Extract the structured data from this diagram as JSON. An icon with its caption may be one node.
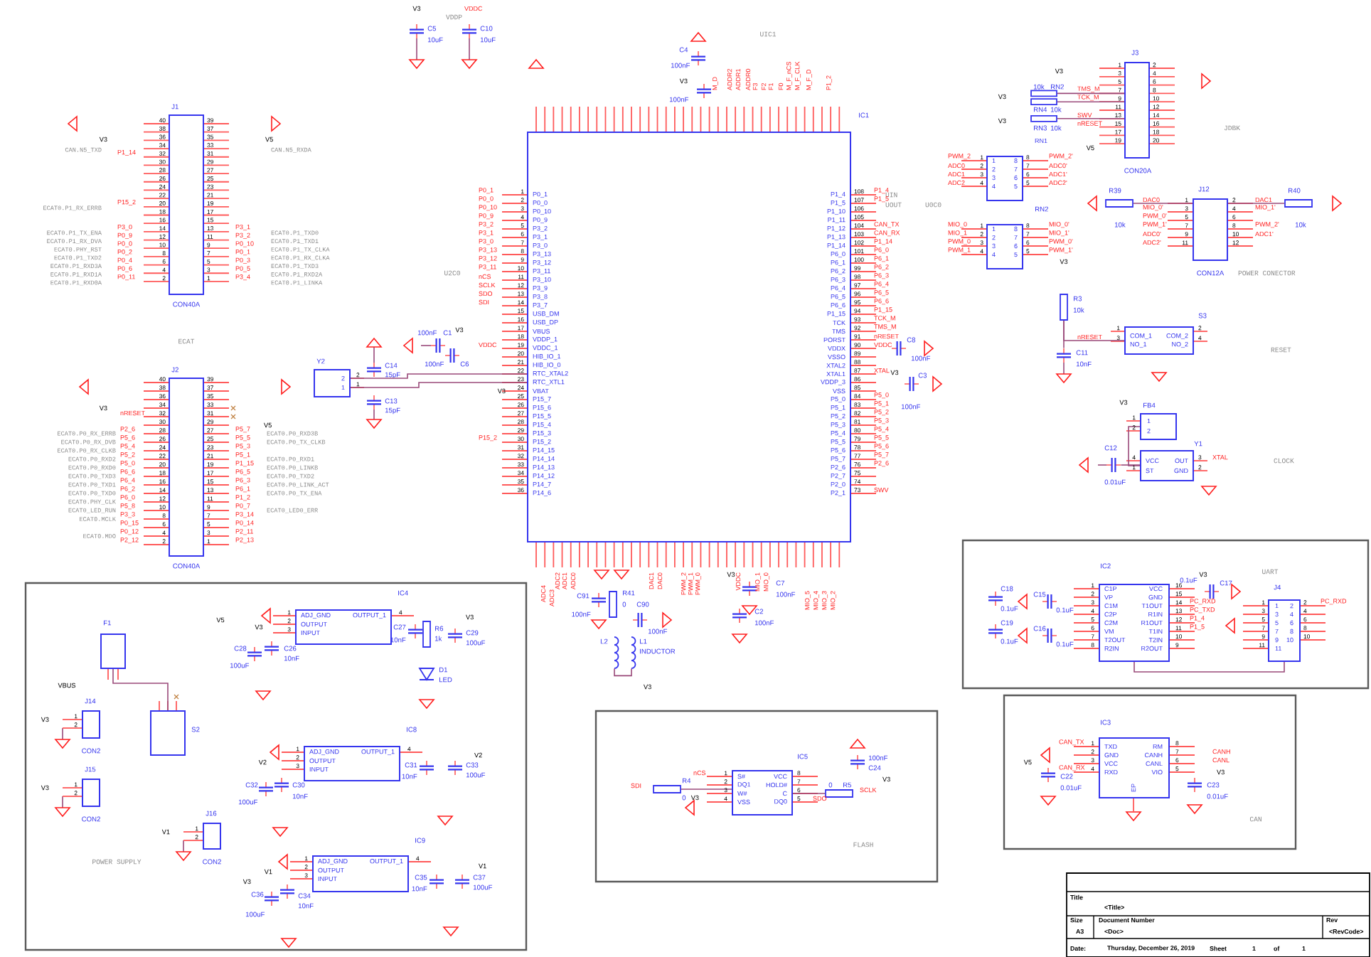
{
  "diagram": {
    "nodes": [
      {
        "text": [
          "POWER SUPPLY"
        ]
      },
      {
        "text": [
          "FLASH"
        ]
      },
      {
        "text": [
          "UART"
        ]
      },
      {
        "text": [
          "CAN"
        ]
      },
      {
        "text": [
          "J1",
          "CON40A"
        ]
      },
      {
        "text": [
          "J2",
          "CON40A"
        ]
      },
      {
        "text": [
          "IC1"
        ]
      },
      {
        "text": [
          "Y2"
        ]
      },
      {
        "text": [
          "C14",
          "15pF"
        ]
      },
      {
        "text": [
          "C13",
          "15pF"
        ]
      },
      {
        "text": [
          "100nF",
          "C1"
        ]
      },
      {
        "text": [
          "100nF",
          "C6"
        ]
      },
      {
        "text": [
          "C5",
          "10uF"
        ]
      },
      {
        "text": [
          "C10",
          "10uF"
        ]
      },
      {
        "text": [
          "C4",
          "100nF"
        ]
      },
      {
        "text": [
          "100nF"
        ]
      },
      {
        "text": [
          "C8",
          "100nF"
        ]
      },
      {
        "text": [
          "C3",
          "100nF"
        ]
      },
      {
        "text": [
          "J3",
          "CON20A"
        ]
      },
      {
        "text": [
          "10k",
          "RN2"
        ]
      },
      {
        "text": [
          "RN4",
          "10k"
        ]
      },
      {
        "text": [
          "RN3",
          "10k"
        ]
      },
      {
        "text": [
          "RN2"
        ]
      },
      {
        "text": [],
        "shape": "box"
      },
      {
        "text": [
          "R39",
          "10k"
        ]
      },
      {
        "text": [
          "J12",
          "CON12A"
        ]
      },
      {
        "text": [
          "R40",
          "10k"
        ]
      },
      {
        "text": [
          "R3",
          "10k"
        ]
      },
      {
        "text": [
          "C11",
          "10nF"
        ]
      },
      {
        "text": [
          "S3"
        ]
      },
      {
        "text": [
          "FB4"
        ]
      },
      {
        "text": [
          "C12",
          "0.01uF"
        ]
      },
      {
        "text": [
          "Y1"
        ]
      },
      {
        "text": [
          "IC2"
        ],
        "in": 2
      },
      {
        "text": [
          "C18",
          "0.1uF"
        ],
        "in": 2
      },
      {
        "text": [
          "C15",
          "0.1uF"
        ],
        "in": 2
      },
      {
        "text": [
          "C19",
          "0.1uF"
        ],
        "in": 2
      },
      {
        "text": [
          "C16",
          "0.1uF"
        ],
        "in": 2
      },
      {
        "text": [
          "0.1uF",
          "C17"
        ],
        "in": 2
      },
      {
        "text": [
          "J4"
        ],
        "in": 2
      },
      {
        "text": [
          "IC3"
        ],
        "in": 3
      },
      {
        "text": [
          "C22",
          "0.01uF"
        ],
        "in": 3
      },
      {
        "text": [
          "C23",
          "0.01uF"
        ],
        "in": 3
      },
      {
        "text": [
          "IC5"
        ],
        "in": 1
      },
      {
        "text": [
          "R4",
          "0"
        ],
        "in": 1
      },
      {
        "text": [
          "0",
          "R5"
        ],
        "in": 1
      },
      {
        "text": [
          "100nF",
          "C24"
        ],
        "in": 1
      },
      {
        "text": [
          "F1"
        ],
        "in": 0
      },
      {
        "text": [
          "S2"
        ],
        "in": 0
      },
      {
        "text": [
          "J14",
          "CON2"
        ],
        "in": 0
      },
      {
        "text": [
          "J15",
          "CON2"
        ],
        "in": 0
      },
      {
        "text": [
          "J16",
          "CON2"
        ],
        "in": 0
      },
      {
        "text": [
          "IC4"
        ],
        "in": 0
      },
      {
        "text": [
          "IC8"
        ],
        "in": 0
      },
      {
        "text": [
          "IC9"
        ],
        "in": 0
      },
      {
        "text": [
          "C28",
          "100uF"
        ],
        "in": 0
      },
      {
        "text": [
          "C26",
          "10nF"
        ],
        "in": 0
      },
      {
        "text": [
          "C27",
          "10nF"
        ],
        "in": 0
      },
      {
        "text": [
          "R6",
          "1k"
        ],
        "in": 0
      },
      {
        "text": [
          "C29",
          "100uF"
        ],
        "in": 0
      },
      {
        "text": [
          "D1",
          "LED"
        ],
        "in": 0
      },
      {
        "text": [
          "C32",
          "100uF"
        ],
        "in": 0
      },
      {
        "text": [
          "C30",
          "10nF"
        ],
        "in": 0
      },
      {
        "text": [
          "C31",
          "10nF"
        ],
        "in": 0
      },
      {
        "text": [
          "C33",
          "100uF"
        ],
        "in": 0
      },
      {
        "text": [
          "C36",
          "100uF"
        ],
        "in": 0
      },
      {
        "text": [
          "C34",
          "10nF"
        ],
        "in": 0
      },
      {
        "text": [
          "C35",
          "10nF"
        ],
        "in": 0
      },
      {
        "text": [
          "C37",
          "100uF"
        ],
        "in": 0
      },
      {
        "text": [
          "C91",
          "100nF"
        ]
      },
      {
        "text": [
          "R41",
          "0"
        ]
      },
      {
        "text": [
          "C90",
          "100nF"
        ]
      },
      {
        "text": [
          "L2"
        ]
      },
      {
        "text": [
          "L1",
          "INDUCTOR"
        ]
      },
      {
        "text": [
          "C7",
          "100nF"
        ]
      },
      {
        "text": [
          "C2",
          "100nF"
        ]
      }
    ],
    "edges": [
      {
        "from": 7,
        "to": 6,
        "arrow": "none"
      },
      {
        "from": 7,
        "to": 6,
        "arrow": "none"
      },
      {
        "from": 24,
        "to": 25,
        "arrow": "none"
      },
      {
        "from": 25,
        "to": 26,
        "arrow": "none"
      },
      {
        "from": 27,
        "to": 28,
        "arrow": "none"
      },
      {
        "from": 27,
        "to": 29,
        "arrow": "none"
      },
      {
        "from": 30,
        "to": 32,
        "arrow": "none"
      },
      {
        "from": 31,
        "to": 32,
        "arrow": "none"
      },
      {
        "from": 47,
        "to": 48,
        "arrow": "none"
      },
      {
        "from": 72,
        "to": 73,
        "arrow": "none"
      },
      {
        "from": 44,
        "to": 43,
        "arrow": "none"
      },
      {
        "from": 43,
        "to": 45,
        "arrow": "none"
      },
      {
        "from": 33,
        "to": 39,
        "arrow": "none"
      },
      {
        "from": 19,
        "to": 18,
        "arrow": "none"
      },
      {
        "from": 20,
        "to": 18,
        "arrow": "none"
      },
      {
        "from": 21,
        "to": 18,
        "arrow": "none"
      }
    ],
    "labels": [
      "VDDP",
      "UIC1",
      "ECAT",
      "U2C0",
      "UIN",
      "UOUT",
      "U0C0",
      "JDBK",
      "POWER CONECTOR",
      "RESET",
      "CLOCK",
      "40",
      "38",
      "36",
      "34",
      "32",
      "30",
      "28",
      "26",
      "24",
      "22",
      "20",
      "18",
      "16",
      "14",
      "12",
      "10",
      "8",
      "6",
      "4",
      "2",
      "39",
      "37",
      "35",
      "33",
      "31",
      "29",
      "27",
      "25",
      "23",
      "21",
      "19",
      "17",
      "15",
      "13",
      "11",
      "9",
      "7",
      "5",
      "3",
      "1",
      "P1_14",
      "P15_2",
      "P3_0",
      "P0_9",
      "P0_0",
      "P0_2",
      "P0_4",
      "P0_6",
      "P0_11",
      "P3_1",
      "P3_2",
      "P0_10",
      "P0_1",
      "P0_3",
      "P0_5",
      "P3_4",
      "CAN.N5_TXD",
      "ECAT0.P1_RX_ERRB",
      "ECAT0.P1_TX_ENA",
      "ECAT0.P1_RX_DVA",
      "ECAT0.PHY_RST",
      "ECAT0.P1_TXD2",
      "ECAT0.P1_RXD3A",
      "ECAT0.P1_RXD1A",
      "ECAT0.P1_RXD0A",
      "CAN.N5_RXDA",
      "ECAT0.P1_TXD0",
      "ECAT0.P1_TXD1",
      "ECAT0.P1_TX_CLKA",
      "ECAT0.P1_RX_CLKA",
      "ECAT0.P1_TXD3",
      "ECAT0.P1_RXD2A",
      "ECAT0.P1_LINKA",
      "40",
      "38",
      "36",
      "34",
      "32",
      "30",
      "28",
      "26",
      "24",
      "22",
      "20",
      "18",
      "16",
      "14",
      "12",
      "10",
      "8",
      "6",
      "4",
      "2",
      "39",
      "37",
      "35",
      "33",
      "31",
      "29",
      "27",
      "25",
      "23",
      "21",
      "19",
      "17",
      "15",
      "13",
      "11",
      "9",
      "7",
      "5",
      "3",
      "1",
      "nRESET",
      "P2_6",
      "P5_6",
      "P5_4",
      "P5_2",
      "P5_0",
      "P6_6",
      "P6_4",
      "P6_2",
      "P6_0",
      "P5_8",
      "P3_3",
      "P0_15",
      "P0_12",
      "P2_12",
      "P5_7",
      "P5_5",
      "P5_3",
      "P5_1",
      "P1_15",
      "P6_5",
      "P6_3",
      "P6_1",
      "P1_2",
      "P0_7",
      "P3_14",
      "P0_14",
      "P2_11",
      "P2_13",
      "ECAT0.P0_RX_ERRB",
      "ECAT0.P0_RX_DVB",
      "ECAT0.P0_RX_CLKB",
      "ECAT0.P0_RXD2",
      "ECAT0.P0_RXD0",
      "ECAT0.P0_TXD3",
      "ECAT0.P0_TXD1",
      "ECAT0.P0_TXD0",
      "ECAT0.PHY_CLK",
      "ECAT0_LED_RUN",
      "ECAT0.MCLK",
      "ECAT0.MDO",
      "ECAT0.P0_RXD3B",
      "ECAT0.P0_TX_CLKB",
      "ECAT0.P0_RXD1",
      "ECAT0.P0_LINKB",
      "ECAT0.P0_TXD2",
      "ECAT0.P0_LINK_ACT",
      "ECAT0.P0_TX_ENA",
      "ECAT0_LED0_ERR",
      "1",
      "2",
      "3",
      "4",
      "5",
      "6",
      "7",
      "8",
      "9",
      "10",
      "11",
      "12",
      "13",
      "14",
      "15",
      "16",
      "17",
      "18",
      "19",
      "20",
      "21",
      "22",
      "23",
      "24",
      "25",
      "26",
      "27",
      "28",
      "29",
      "30",
      "31",
      "32",
      "33",
      "34",
      "35",
      "36",
      "P0_1",
      "P0_0",
      "P0_10",
      "P0_9",
      "P3_2",
      "P3_1",
      "P3_0",
      "P3_13",
      "P3_12",
      "P3_11",
      "P3_10",
      "P3_9",
      "P3_8",
      "P3_7",
      "USB_DM",
      "USB_DP",
      "VBUS",
      "VDDP_1",
      "VDDC_1",
      "HIB_IO_1",
      "HIB_IO_0",
      "RTC_XTAL2",
      "RTC_XTL1",
      "VBAT",
      "P15_7",
      "P15_6",
      "P15_5",
      "P15_4",
      "P15_3",
      "P15_2",
      "P14_15",
      "P14_14",
      "P14_13",
      "P14_12",
      "P14_7",
      "P14_6",
      "108",
      "107",
      "106",
      "105",
      "104",
      "103",
      "102",
      "101",
      "100",
      "99",
      "98",
      "97",
      "96",
      "95",
      "94",
      "93",
      "92",
      "91",
      "90",
      "89",
      "88",
      "87",
      "86",
      "85",
      "84",
      "83",
      "82",
      "81",
      "80",
      "79",
      "78",
      "77",
      "76",
      "75",
      "74",
      "73",
      "P1_4",
      "P1_5",
      "P1_10",
      "P1_11",
      "P1_12",
      "P1_13",
      "P1_14",
      "P6_0",
      "P6_1",
      "P6_2",
      "P6_3",
      "P6_4",
      "P6_5",
      "P6_6",
      "P1_15",
      "TCK",
      "TMS",
      "PORST",
      "VDDX",
      "VSSO",
      "XTAL2",
      "XTAL1",
      "VDDP_3",
      "VSS",
      "P5_0",
      "P5_1",
      "P5_2",
      "P5_3",
      "P5_4",
      "P5_5",
      "P5_6",
      "P5_7",
      "P2_6",
      "P2_7",
      "P2_0",
      "P2_1",
      "P0_1",
      "P0_0",
      "P0_10",
      "P0_9",
      "P3_2",
      "P3_1",
      "P3_0",
      "P3_13",
      "P3_12",
      "P3_11",
      "nCS",
      "SCLK",
      "SDO",
      "SDI",
      "VDDC",
      "P15_2",
      "P1_4",
      "P1_5",
      "CAN_TX",
      "CAN_RX",
      "P1_14",
      "P6_0",
      "P6_1",
      "P6_2",
      "P6_3",
      "P6_4",
      "P6_5",
      "P6_6",
      "P1_15",
      "TCK_M",
      "TMS_M",
      "nRESET",
      "VDDC",
      "XTAL",
      "P5_0",
      "P5_1",
      "P5_2",
      "P5_3",
      "P5_4",
      "P5_5",
      "P5_6",
      "P5_7",
      "P2_6",
      "SWV",
      "M_D",
      "ADDR2",
      "ADDR1",
      "ADDR0",
      "F3",
      "F2",
      "F1",
      "F0",
      "M_F_nCS",
      "M_F_CLK",
      "M_F_D",
      "P1_2",
      "ADC4",
      "ADC3",
      "ADC2",
      "ADC1",
      "ADC0",
      "DAC1",
      "DAC0",
      "PWM_2",
      "PWM_1",
      "PWM_0",
      "VDDC",
      "MIO_1",
      "MIO_0",
      "MIO_5",
      "MIO_4",
      "MIO_3",
      "MIO_2",
      "V3",
      "VDDC",
      "V3",
      "V5",
      "V3",
      "V5",
      "V3",
      "V3",
      "V3",
      "V3",
      "V3",
      "V3",
      "V3",
      "V5",
      "V3",
      "V3",
      "V3",
      "V5",
      "V3",
      "V3",
      "V3",
      "V3",
      "VBUS",
      "V3",
      "V5",
      "V3",
      "V3",
      "V3",
      "V3",
      "V1",
      "V2",
      "V2",
      "V1",
      "V3",
      "V1",
      "1",
      "3",
      "5",
      "7",
      "9",
      "11",
      "13",
      "15",
      "17",
      "19",
      "2",
      "4",
      "6",
      "8",
      "10",
      "12",
      "14",
      "16",
      "18",
      "20",
      "TMS_M",
      "TCK_M",
      "SWV",
      "nRESET",
      "RN1",
      "1",
      "2",
      "3",
      "4",
      "8",
      "7",
      "6",
      "5",
      "1",
      "2",
      "3",
      "4",
      "8",
      "7",
      "6",
      "5",
      "PWM_2",
      "ADC0",
      "ADC1",
      "ADC2",
      "PWM_2'",
      "ADC0'",
      "ADC1'",
      "ADC2'",
      "1",
      "2",
      "3",
      "4",
      "8",
      "7",
      "6",
      "5",
      "1",
      "2",
      "3",
      "4",
      "8",
      "7",
      "6",
      "5",
      "MIO_0",
      "MIO_1",
      "PWM_0",
      "PWM_1",
      "MIO_0'",
      "MIO_1'",
      "PWM_0'",
      "PWM_1'",
      "1",
      "3",
      "5",
      "7",
      "9",
      "11",
      "2",
      "4",
      "6",
      "8",
      "10",
      "12",
      "DAC0",
      "MIO_0'",
      "PWM_0'",
      "PWM_1'",
      "ADC0'",
      "ADC2'",
      "DAC1",
      "MIO_1'",
      "PWM_2'",
      "ADC1'",
      "nRESET",
      "COM_1",
      "COM_2",
      "NO_1",
      "NO_2",
      "1",
      "3",
      "2",
      "4",
      "VCC",
      "OUT",
      "ST",
      "GND",
      "4",
      "3",
      "1",
      "2",
      "XTAL",
      "1",
      "2",
      "1",
      "2",
      "C1P",
      "VP",
      "C1M",
      "C2P",
      "C2M",
      "VM",
      "T2OUT",
      "R2IN",
      "VCC",
      "GND",
      "T1OUT",
      "R1IN",
      "R1OUT",
      "T1IN",
      "T2IN",
      "R2OUT",
      "1",
      "2",
      "3",
      "4",
      "5",
      "6",
      "7",
      "8",
      "16",
      "15",
      "14",
      "13",
      "12",
      "11",
      "10",
      "9",
      "PC_RXD",
      "PC_TXD",
      "P1_4",
      "P1_5",
      "1",
      "3",
      "5",
      "7",
      "9",
      "11",
      "2",
      "4",
      "6",
      "8",
      "10",
      "1",
      "3",
      "5",
      "7",
      "9",
      "11",
      "2",
      "4",
      "6",
      "8",
      "10",
      "PC_RXD",
      "CAN_TX",
      "CAN_RX",
      "TXD",
      "GND",
      "VCC",
      "RXD",
      "RM",
      "CANH",
      "CANL",
      "VIO",
      "EP",
      "1",
      "2",
      "3",
      "4",
      "8",
      "7",
      "6",
      "5",
      "CANH",
      "CANL",
      "SDI",
      "nCS",
      "S#",
      "DQ1",
      "W#",
      "VSS",
      "VCC",
      "HOLD#",
      "C",
      "DQ0",
      "1",
      "2",
      "3",
      "4",
      "8",
      "7",
      "6",
      "5",
      "SDO",
      "SCLK",
      "ADJ_GND",
      "OUTPUT",
      "INPUT",
      "OUTPUT_1",
      "1",
      "2",
      "3",
      "4",
      "ADJ_GND",
      "OUTPUT",
      "INPUT",
      "OUTPUT_1",
      "1",
      "2",
      "3",
      "4",
      "ADJ_GND",
      "OUTPUT",
      "INPUT",
      "OUTPUT_1",
      "1",
      "2",
      "3",
      "4",
      "2",
      "1",
      "2",
      "1",
      "1",
      "2",
      "1",
      "2",
      "1",
      "2",
      "Title",
      "<Title>",
      "Size",
      "A3",
      "Document Number",
      "<Doc>",
      "Rev",
      "<RevCode>",
      "Date:",
      "Thursday, December 26, 2019",
      "Sheet",
      "1",
      "of",
      "1"
    ]
  }
}
